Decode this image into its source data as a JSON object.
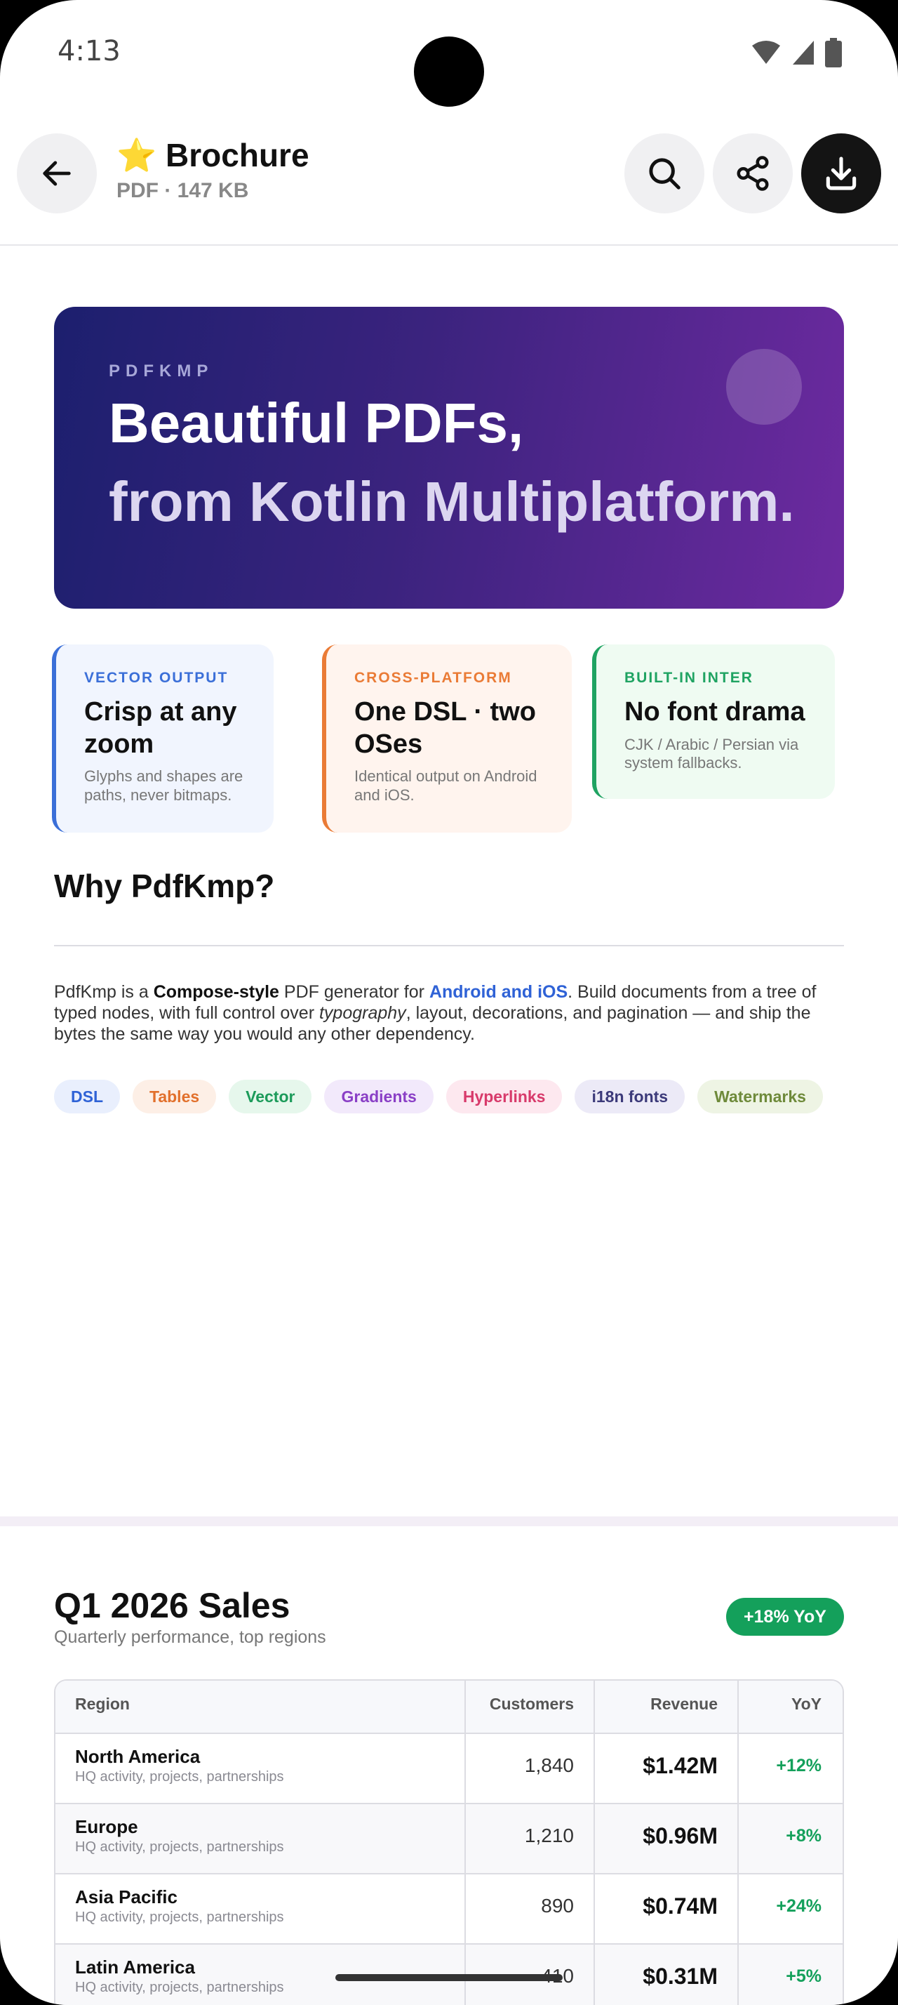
{
  "status_bar": {
    "time": "4:13"
  },
  "app_bar": {
    "title": "⭐ Brochure",
    "meta": "PDF · 147 KB"
  },
  "hero": {
    "eyebrow": "PDFKMP",
    "line1": "Beautiful PDFs,",
    "line2": "from Kotlin Multiplatform."
  },
  "cards": [
    {
      "eyebrow": "VECTOR OUTPUT",
      "title": "Crisp at any zoom",
      "desc": "Glyphs and shapes are paths, never bitmaps.",
      "accent": "#3b6fd8"
    },
    {
      "eyebrow": "CROSS-PLATFORM",
      "title": "One DSL · two OSes",
      "desc": "Identical output on Android and iOS.",
      "accent": "#ea7b36"
    },
    {
      "eyebrow": "BUILT-IN INTER",
      "title": "No font drama",
      "desc": "CJK / Arabic / Persian via system fallbacks.",
      "accent": "#1fa362"
    }
  ],
  "why": {
    "title": "Why PdfKmp?",
    "p1": "PdfKmp is a ",
    "bold1": "Compose-style",
    "p2": " PDF generator for ",
    "link": "Android and iOS",
    "p3": ". Build documents from a tree of typed nodes, with full control over ",
    "italic": "typography",
    "p4": ", layout, decorations, and pagination — and ship the bytes the same way you would any other dependency."
  },
  "chips": [
    {
      "label": "DSL",
      "bg": "#e9effd",
      "fg": "#2f62d6"
    },
    {
      "label": "Tables",
      "bg": "#fdefe6",
      "fg": "#e2702c"
    },
    {
      "label": "Vector",
      "bg": "#e6f7ec",
      "fg": "#1c9b5a"
    },
    {
      "label": "Gradients",
      "bg": "#f2e9fb",
      "fg": "#8a3fc6"
    },
    {
      "label": "Hyperlinks",
      "bg": "#fde8ef",
      "fg": "#d83a6b"
    },
    {
      "label": "i18n fonts",
      "bg": "#eceaf7",
      "fg": "#3c3a7a"
    },
    {
      "label": "Watermarks",
      "bg": "#eef4e4",
      "fg": "#6e8a3a"
    }
  ],
  "sales": {
    "title": "Q1 2026 Sales",
    "subtitle": "Quarterly performance, top regions",
    "badge": "+18% YoY",
    "headers": {
      "region": "Region",
      "customers": "Customers",
      "revenue": "Revenue",
      "yoy": "YoY"
    },
    "rows": [
      {
        "region": "North America",
        "desc": "HQ activity, projects, partnerships",
        "customers": "1,840",
        "revenue": "$1.42M",
        "yoy": "+12%"
      },
      {
        "region": "Europe",
        "desc": "HQ activity, projects, partnerships",
        "customers": "1,210",
        "revenue": "$0.96M",
        "yoy": "+8%"
      },
      {
        "region": "Asia Pacific",
        "desc": "HQ activity, projects, partnerships",
        "customers": "890",
        "revenue": "$0.74M",
        "yoy": "+24%"
      },
      {
        "region": "Latin America",
        "desc": "HQ activity, projects, partnerships",
        "customers": "410",
        "revenue": "$0.31M",
        "yoy": "+5%"
      }
    ]
  }
}
